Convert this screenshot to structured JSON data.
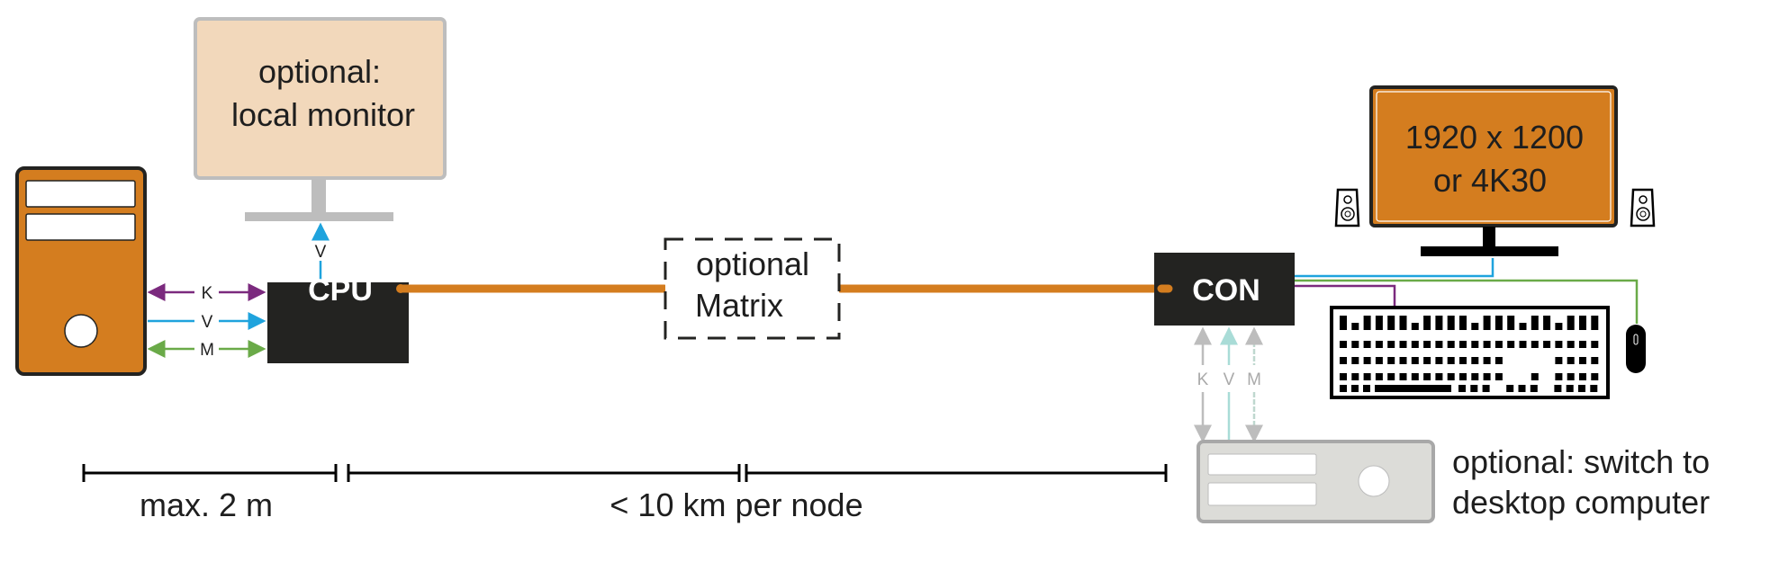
{
  "colors": {
    "orange": "#d47d1f",
    "box": "#232321",
    "keyboard_signal": "#7b2a7e",
    "video_signal": "#1fa3dd",
    "mouse_signal": "#6aaa48",
    "local_monitor": "#f2d8bb",
    "grey": "#bdbdbd",
    "desktop": "#dcdcd8"
  },
  "local_monitor": {
    "line1": "optional:",
    "line2": "local monitor"
  },
  "cpu": {
    "label": "CPU",
    "signals": [
      "K",
      "V",
      "M"
    ],
    "monitor_signal": "V"
  },
  "matrix": {
    "line1": "optional",
    "line2": "Matrix"
  },
  "con": {
    "label": "CON",
    "signals": [
      "K",
      "V",
      "M"
    ]
  },
  "remote_monitor": {
    "line1": "1920 x 1200",
    "line2": "or 4K30"
  },
  "desktop": {
    "line1": "optional: switch to",
    "line2": "desktop computer"
  },
  "distances": {
    "local": "max. 2 m",
    "remote": "< 10 km per node"
  }
}
